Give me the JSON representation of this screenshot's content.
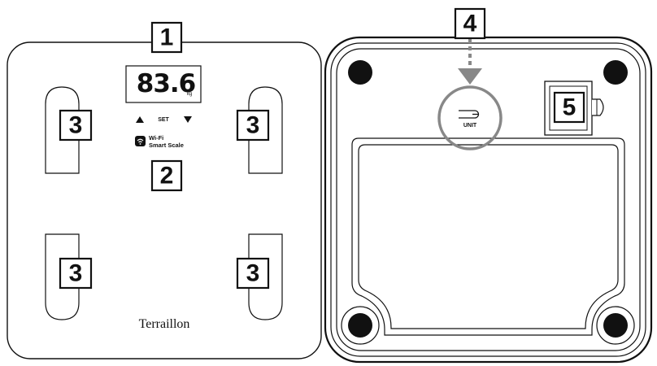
{
  "front_view": {
    "display": {
      "reading": "83.6",
      "unit": "kg"
    },
    "set_label": "SET",
    "wifi_badge": {
      "line1": "Wi-Fi",
      "line2": "Smart Scale",
      "icon": "wifi-icon"
    },
    "brand": "Terraillon"
  },
  "back_view": {
    "unit_button_label": "UNIT",
    "icons": [
      "unit-switch-icon",
      "battery-compartment",
      "rubber-foot"
    ]
  },
  "callouts": {
    "c1": "1",
    "c2": "2",
    "c3a": "3",
    "c3b": "3",
    "c3c": "3",
    "c3d": "3",
    "c4": "4",
    "c5": "5"
  },
  "colors": {
    "line": "#111111",
    "foot": "#111111",
    "highlight_ring": "#888888",
    "arrow": "#888888"
  }
}
